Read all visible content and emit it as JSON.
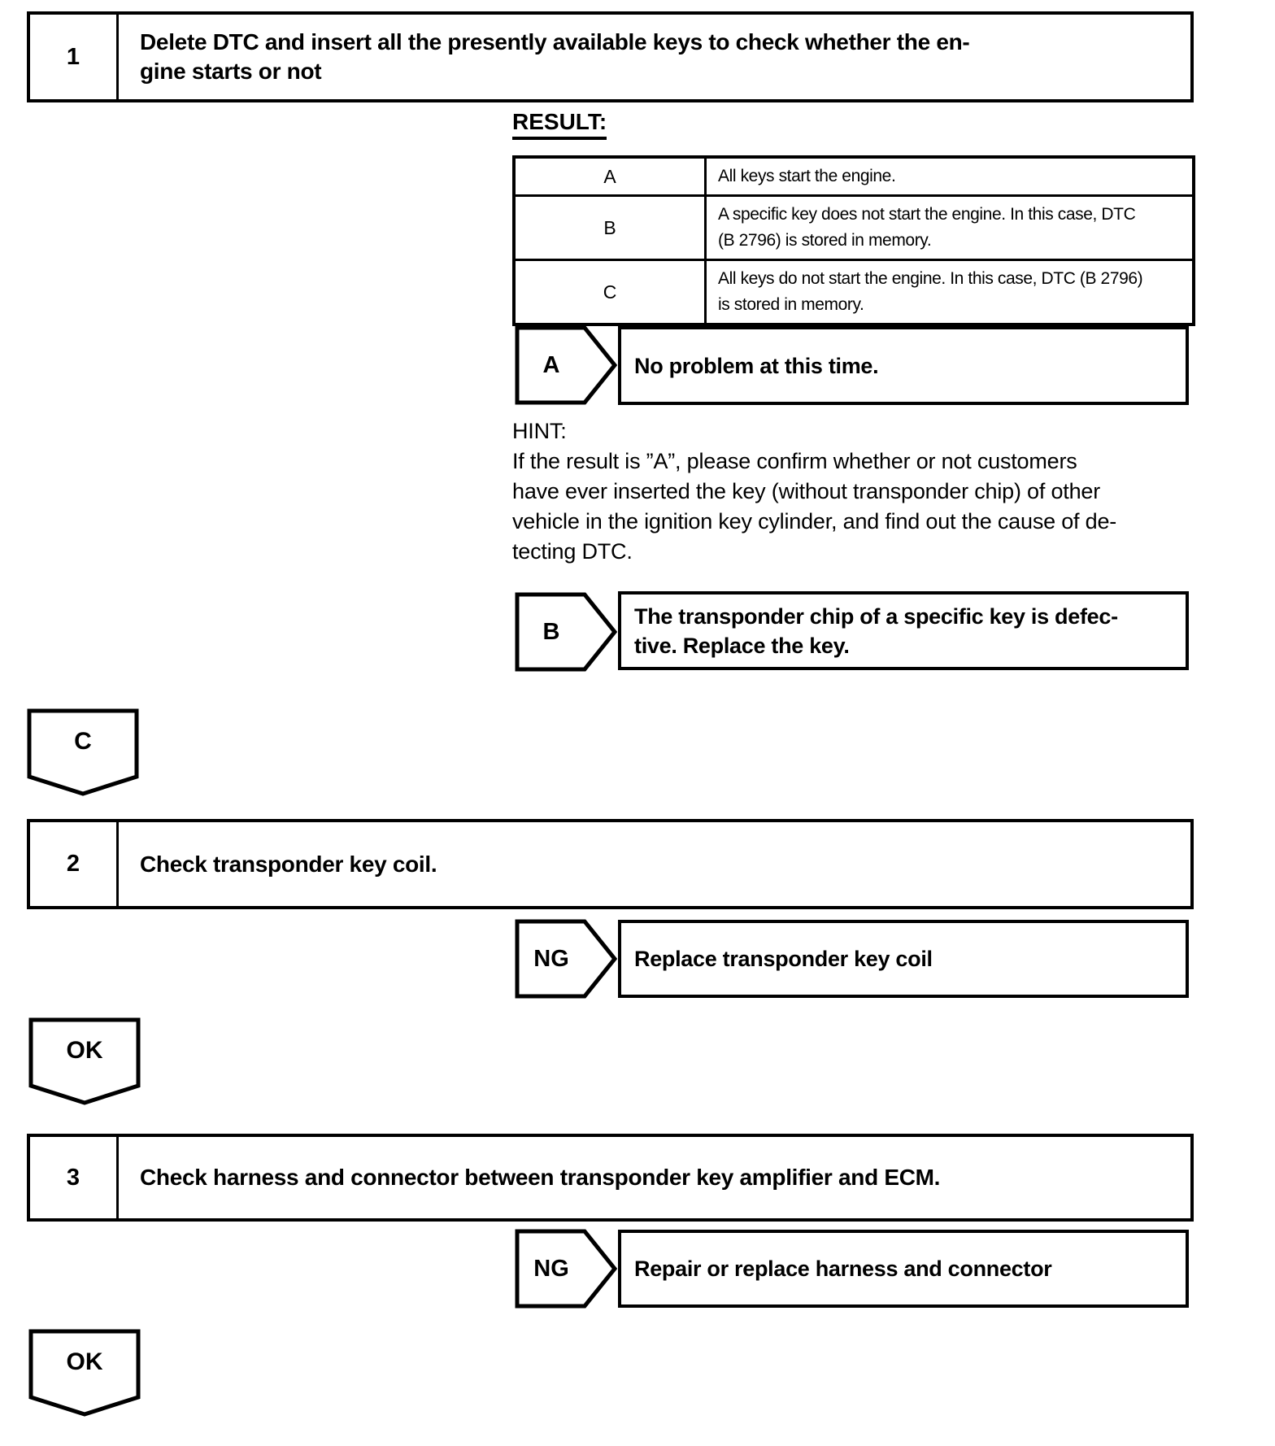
{
  "page": {
    "background": "#ffffff",
    "ink": "#000000"
  },
  "step1": {
    "number": "1",
    "title": "Delete DTC and insert all the presently available keys to check whether the en-\ngine starts or not"
  },
  "result": {
    "label": "RESULT:",
    "rows": [
      {
        "code": "A",
        "description": "All keys start the engine."
      },
      {
        "code": "B",
        "description": "A specific key does not start the engine. In this case, DTC\n(B 2796) is stored in memory."
      },
      {
        "code": "C",
        "description": "All keys do not start the engine. In this case, DTC (B 2796)\nis stored in memory."
      }
    ]
  },
  "outcomeA": {
    "code": "A",
    "text": "No problem at this time."
  },
  "hint": {
    "label": "HINT:",
    "text": "If the result is ”A”, please confirm whether or not customers\nhave ever inserted the key (without transponder chip) of other\nvehicle in the ignition key cylinder, and find out the cause of de-\ntecting DTC."
  },
  "outcomeB": {
    "code": "B",
    "text": "The transponder chip of a specific key is defec-\ntive. Replace the key."
  },
  "connector1": {
    "label": "C"
  },
  "step2": {
    "number": "2",
    "title": "Check transponder key coil."
  },
  "outcomeNG1": {
    "code": "NG",
    "text": "Replace transponder key coil"
  },
  "connector2": {
    "label": "OK"
  },
  "step3": {
    "number": "3",
    "title": "Check harness and connector between transponder key amplifier and ECM."
  },
  "outcomeNG2": {
    "code": "NG",
    "text": "Repair or replace harness and connector"
  },
  "connector3": {
    "label": "OK"
  }
}
